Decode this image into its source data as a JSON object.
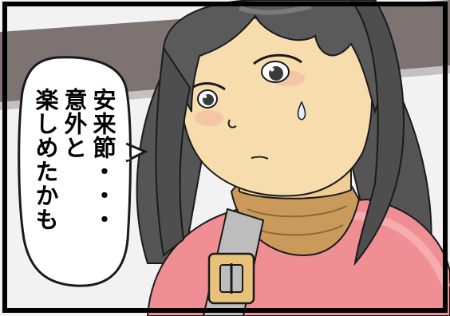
{
  "panel": {
    "speech": {
      "lines": [
        "安来節・・・",
        "意外と",
        "楽しめたかも"
      ]
    }
  },
  "colors": {
    "hair": "#5a5a5a",
    "hair_dark": "#333333",
    "skin": "#f7dcae",
    "sweater_pink": "#ef8f94",
    "turtleneck": "#c99a5a",
    "strap_gray": "#bdbdbd",
    "buckle": "#e6c27a",
    "wall": "#f2f2f2",
    "beam": "#7d7373"
  }
}
